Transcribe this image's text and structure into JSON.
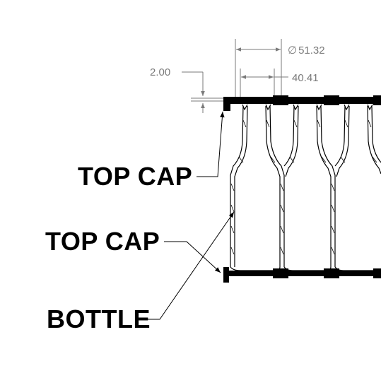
{
  "dimensions": {
    "outer_diameter": "51.32",
    "inner_diameter": "40.41",
    "cap_thickness": "2.00",
    "diameter_symbol": "∅"
  },
  "callouts": {
    "top_cap_1": "TOP CAP",
    "top_cap_2": "TOP CAP",
    "bottle": "BOTTLE"
  },
  "colors": {
    "line": "#000000",
    "dimension": "#7a7a7a"
  }
}
